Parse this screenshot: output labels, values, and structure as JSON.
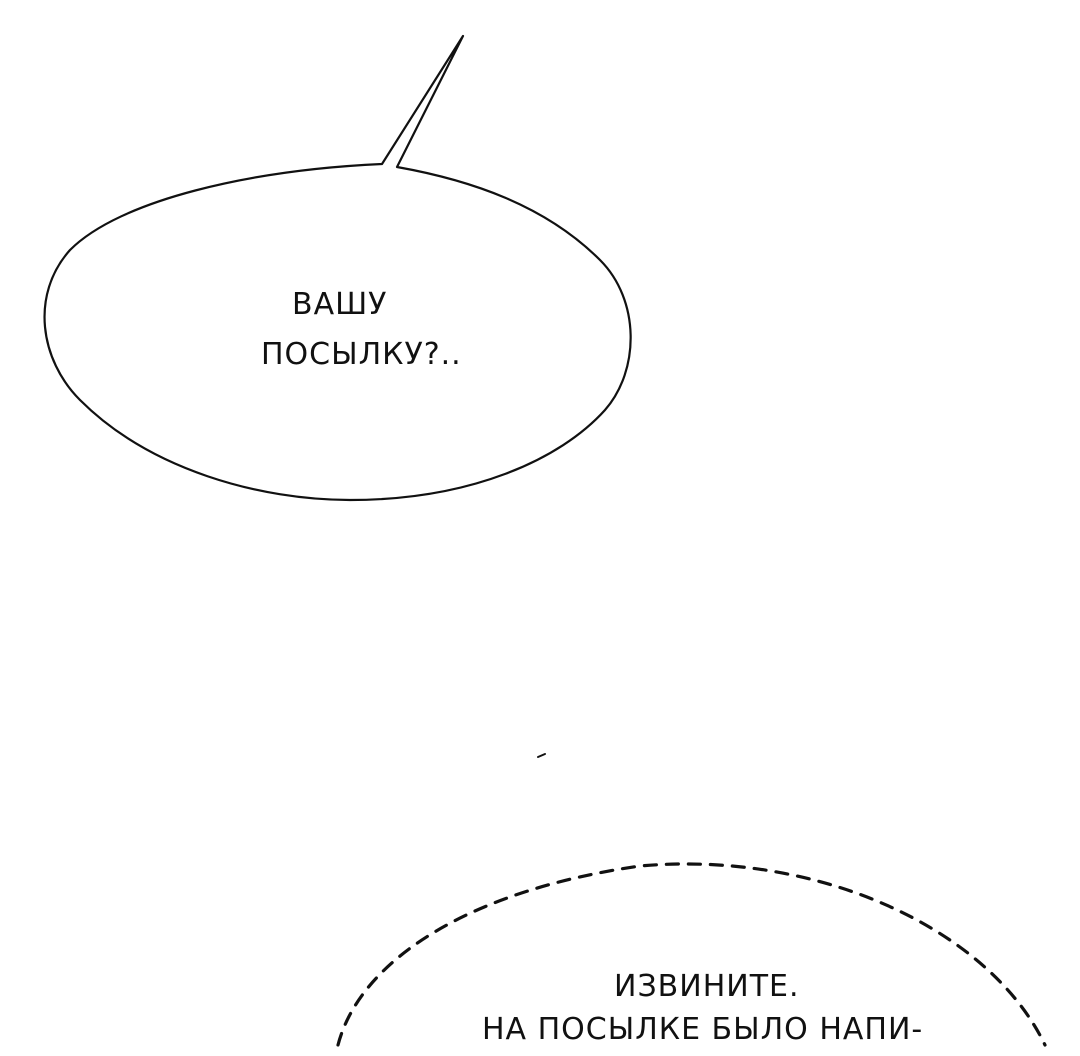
{
  "bubble_top": {
    "line1": "ВАШУ",
    "line2": "ПОСЫЛКУ?.."
  },
  "bubble_bottom": {
    "line1": "ИЗВИНИТЕ.",
    "line2": "НА ПОСЫЛКЕ БЫЛО НАПИ-"
  },
  "colors": {
    "background": "#ffffff",
    "ink": "#111111"
  }
}
